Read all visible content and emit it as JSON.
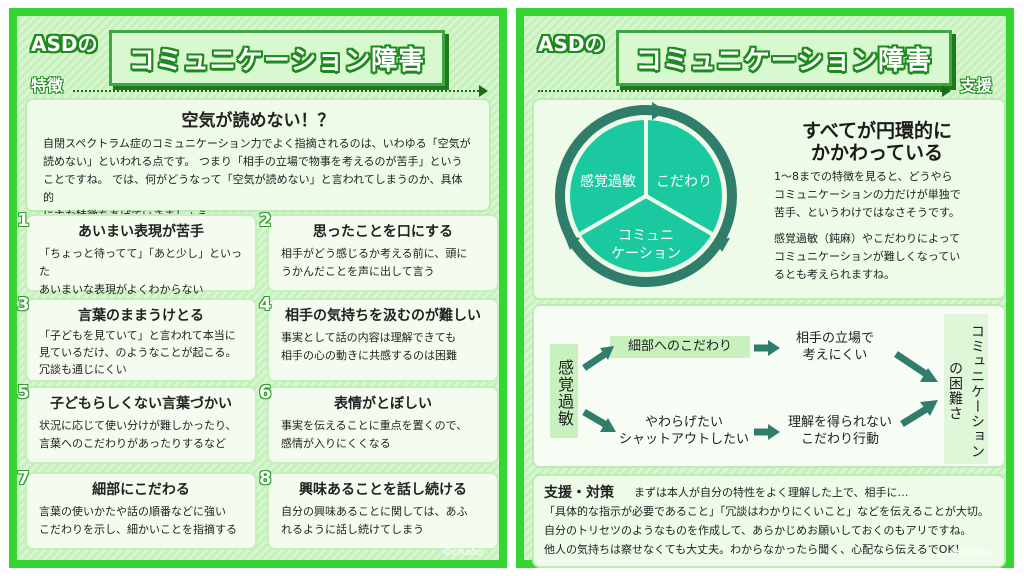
{
  "left": {
    "asd": "ASDの",
    "title": "コミュニケーション障害",
    "section": "特徴",
    "intro": {
      "title": "空気が読めない！？",
      "lines": [
        "自閉スペクトラム症のコミュニケーション力でよく指摘されるのは、いわゆる「空気が",
        "読めない」といわれる点です。 つまり「相手の立場で物事を考えるのが苦手」という",
        "ことですね。 では、何がどうなって「空気が読めない」と言われてしまうのか、具体的",
        "に主な特徴をあげていきましょう。"
      ]
    },
    "items": [
      {
        "num": "1",
        "title": "あいまい表現が苦手",
        "lines": [
          "「ちょっと待ってて」「あと少し」といった",
          "あいまいな表現がよくわからない"
        ]
      },
      {
        "num": "2",
        "title": "思ったことを口にする",
        "lines": [
          "相手がどう感じるか考える前に、頭に",
          "うかんだことを声に出して言う"
        ]
      },
      {
        "num": "3",
        "title": "言葉のままうけとる",
        "lines": [
          "「子どもを見ていて」と言われて本当に",
          "見ているだけ、のようなことが起こる。",
          "冗談も通じにくい"
        ]
      },
      {
        "num": "4",
        "title": "相手の気持ちを汲むのが難しい",
        "lines": [
          "事実として話の内容は理解できても",
          "相手の心の動きに共感するのは困難"
        ]
      },
      {
        "num": "5",
        "title": "子どもらしくない言葉づかい",
        "lines": [
          "状況に応じて使い分けが難しかったり、",
          "言葉へのこだわりがあったりするなど"
        ]
      },
      {
        "num": "6",
        "title": "表情がとぼしい",
        "lines": [
          "事実を伝えることに重点を置くので、",
          "感情が入りにくくなる"
        ]
      },
      {
        "num": "7",
        "title": "細部にこだわる",
        "lines": [
          "言葉の使いかたや話の順番などに強い",
          "こだわりを示し、細かいことを指摘する"
        ]
      },
      {
        "num": "8",
        "title": "興味あることを話し続ける",
        "lines": [
          "自分の興味あることに関しては、あふ",
          "れるように話し続けてしまう"
        ]
      }
    ],
    "credit": "©chabo"
  },
  "right": {
    "asd": "ASDの",
    "title": "コミュニケーション障害",
    "section": "支援",
    "circle": {
      "seg1": "感覚過敏",
      "seg2": "こだわり",
      "seg3_line1": "コミュニ",
      "seg3_line2": "ケーション"
    },
    "heading_line1": "すべてが円環的に",
    "heading_line2": "かかわっている",
    "para1": [
      "1～8までの特徴を見ると、どうやら",
      "コミュニケーションの力だけが単独で",
      "苦手、というわけではなさそうです。"
    ],
    "para2": [
      "感覚過敏（鈍麻）やこだわりによって",
      "コミュニケーションが難しくなってい",
      "るとも考えられますね。"
    ],
    "flow": {
      "start": "感覚過敏",
      "top1": "細部へのこだわり",
      "top2_line1": "相手の立場で",
      "top2_line2": "考えにくい",
      "bottom1_line1": "やわらげたい",
      "bottom1_line2": "シャットアウトしたい",
      "bottom2_line1": "理解を得られない",
      "bottom2_line2": "こだわり行動",
      "end": "コミュニケーションの困難さ"
    },
    "support": {
      "heading": "支援・対策",
      "lead": "まずは本人が自分の特性をよく理解した上で、相手に…",
      "lines": [
        "「具体的な指示が必要であること」「冗談はわかりにくいこと」などを伝えることが大切。",
        "自分のトリセツのようなものを作成して、あらかじめお願いしておくのもアリですね。",
        "他人の気持ちは察せなくても大丈夫。わからなかったら聞く、心配なら伝えるでOK！"
      ]
    },
    "credit": "©chabo"
  },
  "colors": {
    "frame": "#34d634",
    "panel_bg": "#d6f7cf",
    "circle_fill": "#1bc9a0",
    "circle_ring": "#2f7d6a",
    "arrow": "#2f7d6a"
  }
}
